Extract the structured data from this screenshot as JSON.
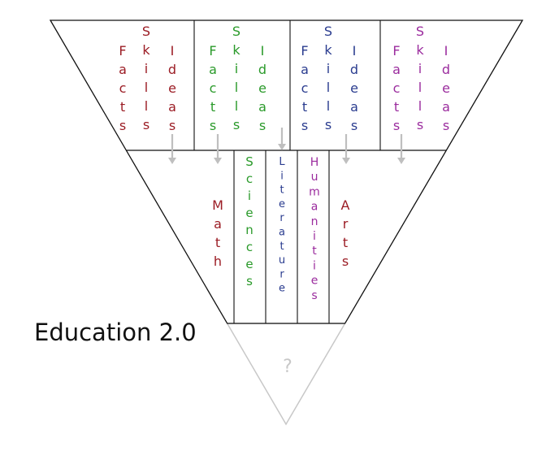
{
  "title": "Education 2.0",
  "unknown_label": "?",
  "colors": {
    "dark_red": "#9b1c24",
    "green": "#2a9a2a",
    "blue": "#2a3c8f",
    "purple": "#9b2c9e",
    "outline": "#111111",
    "arrow": "#bfbfbf",
    "faded": "#c8c8c8"
  },
  "groups": [
    {
      "color": "dark_red",
      "columns": [
        "Facts",
        "Skills",
        "Ideas"
      ]
    },
    {
      "color": "green",
      "columns": [
        "Facts",
        "Skills",
        "Ideas"
      ]
    },
    {
      "color": "blue",
      "columns": [
        "Facts",
        "Skills",
        "Ideas"
      ]
    },
    {
      "color": "purple",
      "columns": [
        "Facts",
        "Skills",
        "Ideas"
      ]
    }
  ],
  "subjects": [
    {
      "label": "Math",
      "color": "dark_red"
    },
    {
      "label": "Sciences",
      "color": "green"
    },
    {
      "label": "Literature",
      "color": "blue"
    },
    {
      "label": "Humanities",
      "color": "purple"
    },
    {
      "label": "Arts",
      "color": "dark_red"
    }
  ]
}
